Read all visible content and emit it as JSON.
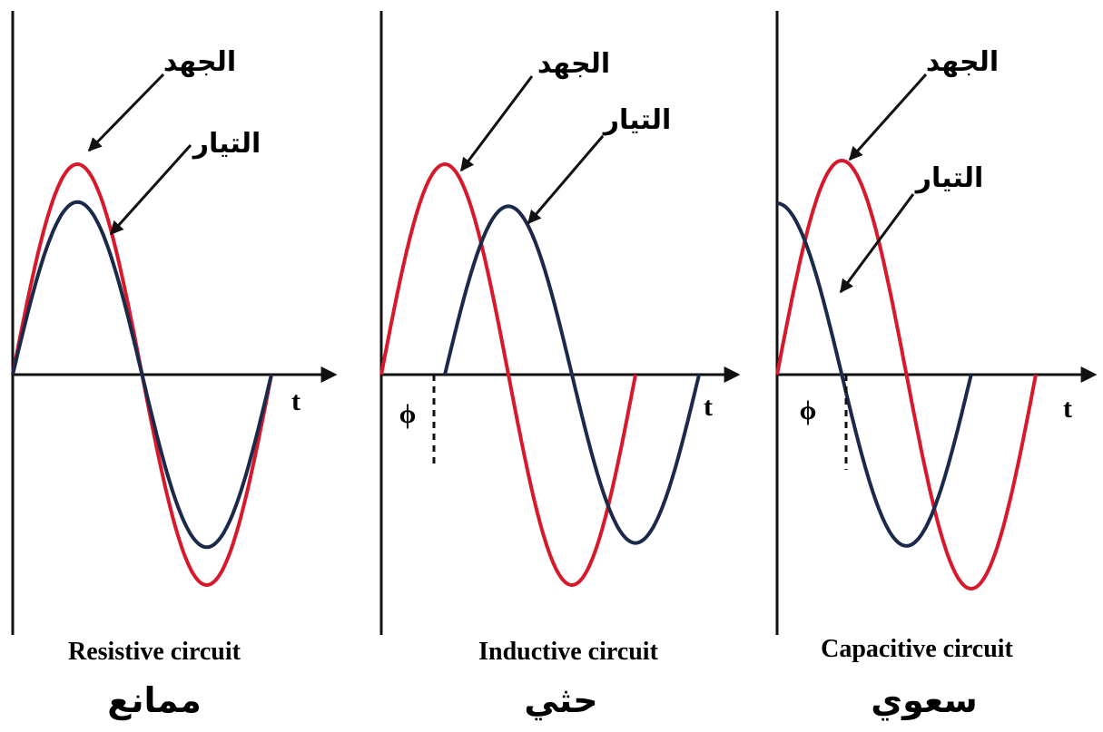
{
  "colors": {
    "voltage": "#d7192b",
    "current": "#1b2a4a",
    "axis": "#111111"
  },
  "panels": [
    {
      "id": "resistive",
      "caption_en": "Resistive circuit",
      "caption_ar": "ممانع",
      "voltage_label": "الجهد",
      "current_label": "التيار",
      "time_label": "t",
      "phase_label": "",
      "current_phase": 0,
      "voltage_amplitude": 1.0,
      "current_amplitude": 0.82
    },
    {
      "id": "inductive",
      "caption_en": "Inductive circuit",
      "caption_ar": "حثي",
      "voltage_label": "الجهد",
      "current_label": "التيار",
      "time_label": "t",
      "phase_label": "ϕ",
      "current_phase": -0.25,
      "voltage_amplitude": 1.0,
      "current_amplitude": 0.8
    },
    {
      "id": "capacitive",
      "caption_en": "Capacitive circuit",
      "caption_ar": "سعوي",
      "voltage_label": "الجهد",
      "current_label": "التيار",
      "time_label": "t",
      "phase_label": "ϕ",
      "current_phase": 0.25,
      "voltage_amplitude": 1.0,
      "current_amplitude": 0.8
    }
  ]
}
